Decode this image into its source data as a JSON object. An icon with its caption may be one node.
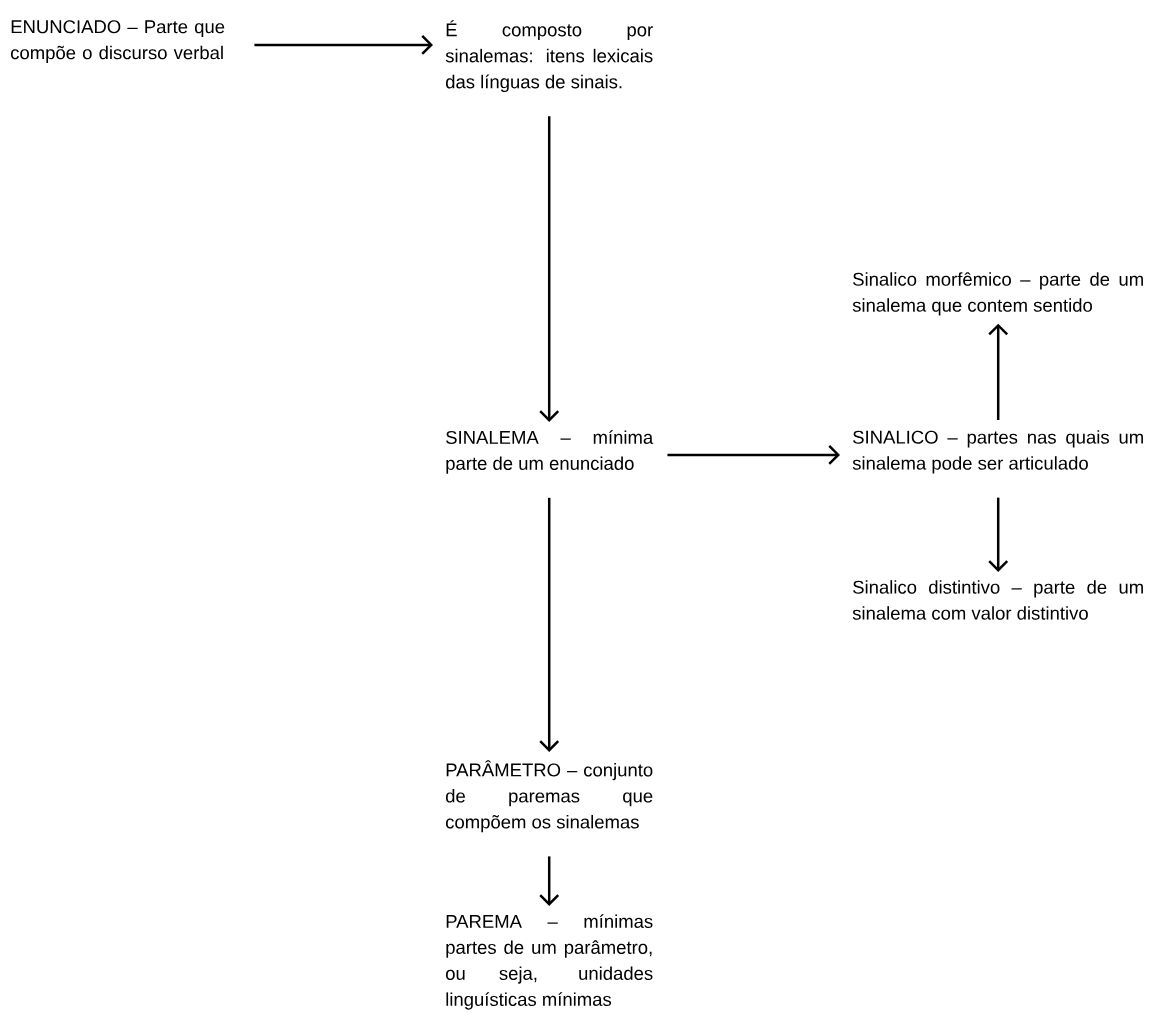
{
  "diagram": {
    "nodes": [
      {
        "text": [
          "ENUNCIADO – Parte que compõe o discurso verbal"
        ]
      },
      {
        "text": [
          "É composto por sinalemas: itens lexicais das línguas de sinais."
        ]
      },
      {
        "text": [
          "SINALEMA – mínima parte de um enunciado"
        ]
      },
      {
        "text": [
          "SINALICO – partes nas quais um sinalema pode ser articulado"
        ]
      },
      {
        "text": [
          "Sinalico morfêmico – parte de um sinalema que contem sentido"
        ]
      },
      {
        "text": [
          "Sinalico distintivo – parte de um sinalema com valor distintivo"
        ]
      },
      {
        "text": [
          "PARÂMETRO – conjunto de paremas que compõem os sinalemas"
        ]
      },
      {
        "text": [
          "PAREMA – mínimas partes de um parâmetro, ou seja, unidades linguísticas mínimas"
        ]
      }
    ],
    "edges": [
      {
        "from": 0,
        "to": 1,
        "arrow": "to"
      },
      {
        "from": 1,
        "to": 2,
        "arrow": "to"
      },
      {
        "from": 2,
        "to": 3,
        "arrow": "to"
      },
      {
        "from": 3,
        "to": 4,
        "arrow": "to"
      },
      {
        "from": 3,
        "to": 5,
        "arrow": "to"
      },
      {
        "from": 2,
        "to": 6,
        "arrow": "to"
      },
      {
        "from": 6,
        "to": 7,
        "arrow": "to"
      }
    ]
  }
}
